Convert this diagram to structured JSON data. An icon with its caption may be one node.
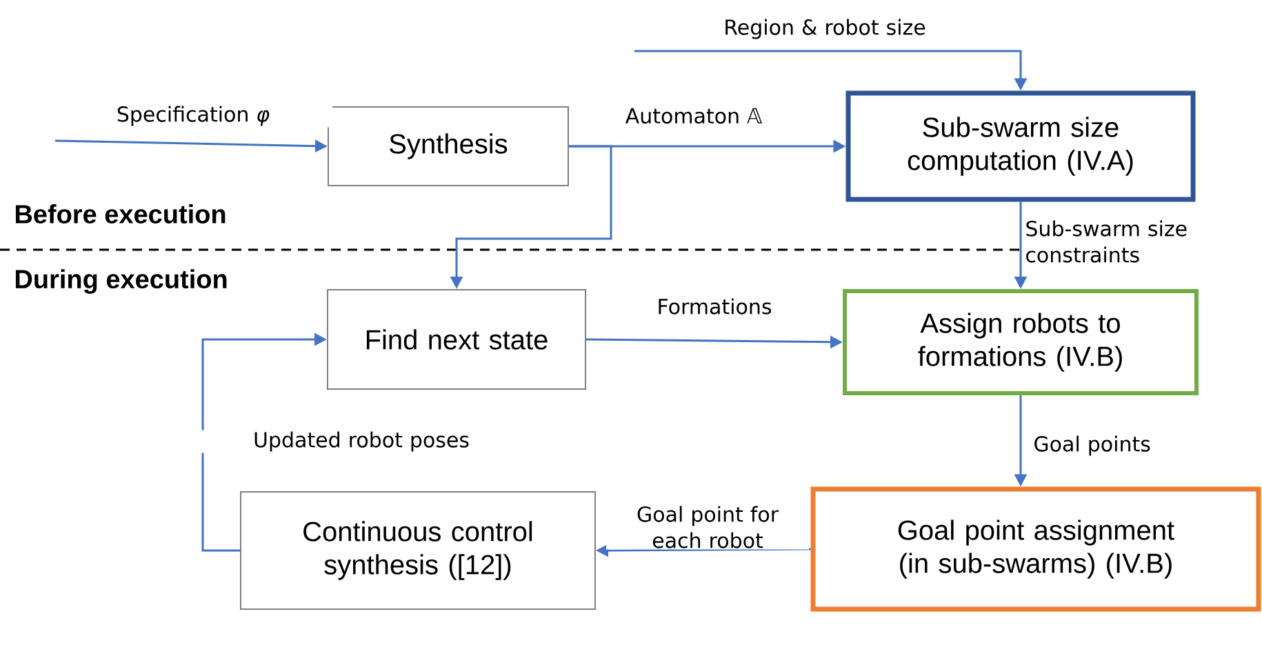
{
  "diagram": {
    "nodes": [
      {
        "text": [
          "Synthesis"
        ]
      },
      {
        "text": [
          "Sub-swarm size computation (IV.A)"
        ]
      },
      {
        "text": [
          "Find next state"
        ]
      },
      {
        "text": [
          "Assign robots to formations (IV.B)"
        ]
      },
      {
        "text": [
          "Continuous control synthesis ([12])"
        ]
      },
      {
        "text": [
          "Goal point assignment (in sub-swarms) (IV.B)"
        ]
      }
    ],
    "edges": [
      {
        "from": null,
        "to": 0,
        "arrow": "to",
        "label": "Specification *φ*"
      },
      {
        "from": 0,
        "to": 1,
        "arrow": "to",
        "label": "Automaton 𝔸"
      },
      {
        "from": 0,
        "to": 2,
        "arrow": "to"
      },
      {
        "from": null,
        "to": 1,
        "arrow": "to",
        "label": "Region & robot size"
      },
      {
        "from": 1,
        "to": 3,
        "arrow": "to",
        "label": "Sub-swarm size constraints"
      },
      {
        "from": 2,
        "to": 3,
        "arrow": "to",
        "label": "Formations"
      },
      {
        "from": 3,
        "to": 5,
        "arrow": "to",
        "label": "Goal points"
      },
      {
        "from": 5,
        "to": 4,
        "arrow": "to",
        "label": "Goal point for each robot"
      },
      {
        "from": 4,
        "to": 2,
        "arrow": "to",
        "label": "Updated robot poses"
      }
    ],
    "labels": [
      "Before execution",
      "During execution"
    ]
  }
}
